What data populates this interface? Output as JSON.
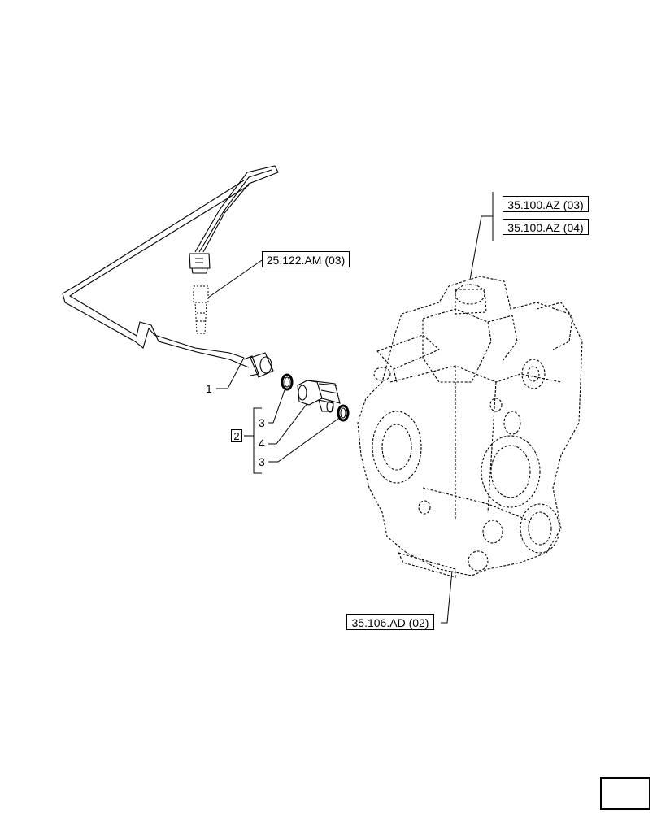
{
  "refs": {
    "r1": "35.100.AZ (03)",
    "r2": "35.100.AZ (04)",
    "r3": "25.122.AM (03)",
    "r4": "35.106.AD (02)"
  },
  "items": {
    "pipe": "1",
    "group": "2",
    "oring_top": "3",
    "fitting": "4",
    "oring_bottom": "3"
  },
  "icons": {
    "next_page": "next-page-arrow-icon"
  }
}
